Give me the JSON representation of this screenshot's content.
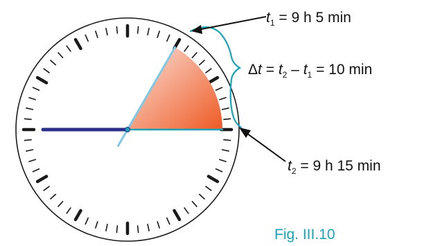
{
  "figure": {
    "caption": "Fig. III.10",
    "colors": {
      "dial_stroke": "#1a1a1a",
      "hour_hand": "#2b2f8a",
      "minute_hand": "#1aa3b8",
      "start_hand": "#7cc8e6",
      "sector_light": "#fbe3dc",
      "sector_dark": "#ee5a24",
      "bracket": "#1aa3b8",
      "caption": "#1aa3b8"
    },
    "clock": {
      "hour": 9,
      "start_minute": 5,
      "end_minute": 15
    },
    "label_t1": {
      "var": "t",
      "sub": "1",
      "text": " = 9 h 5 min"
    },
    "label_t2": {
      "var": "t",
      "sub": "2",
      "text": " = 9 h 15 min"
    },
    "label_dt": {
      "delta": "Δ",
      "var": "t",
      "eq1": " = ",
      "var2": "t",
      "sub2": "2",
      "minus": " – ",
      "var3": "t",
      "sub3": "1",
      "eq2": " = 10 min"
    }
  }
}
